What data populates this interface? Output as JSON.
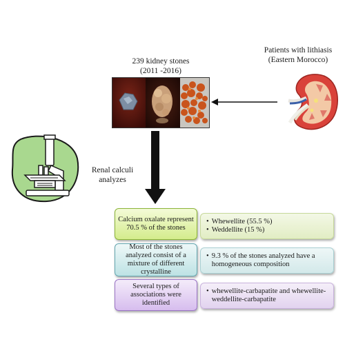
{
  "stones": {
    "title_line1": "239 kidney stones",
    "title_line2": "(2011 -2016)"
  },
  "patients": {
    "line1": "Patients with lithiasis",
    "line2": "(Eastern Morocco)"
  },
  "analysis": {
    "line1": "Renal calculi",
    "line2": "analyzes"
  },
  "findings": [
    {
      "summary": "Calcium oxalate represent 70.5 % of the stones",
      "details": [
        "Whewellite (55.5 %)",
        "Weddellite (15 %)"
      ],
      "color": "#d4ec8c"
    },
    {
      "summary": "Most of the stones analyzed consist of a mixture of different crystalline",
      "details": [
        "9.3 % of the stones analyzed have a homogeneous composition"
      ],
      "color": "#bde2e4"
    },
    {
      "summary": "Several types of associations were identified",
      "details": [
        "whewellite-carbapatite and whewellite-weddellite-carbapatite"
      ],
      "color": "#d7bdee"
    }
  ],
  "icons": [
    "kidney-stone-photo",
    "kidney-cross-section-icon",
    "microscope-icon",
    "arrow-left-icon",
    "arrow-down-icon"
  ]
}
